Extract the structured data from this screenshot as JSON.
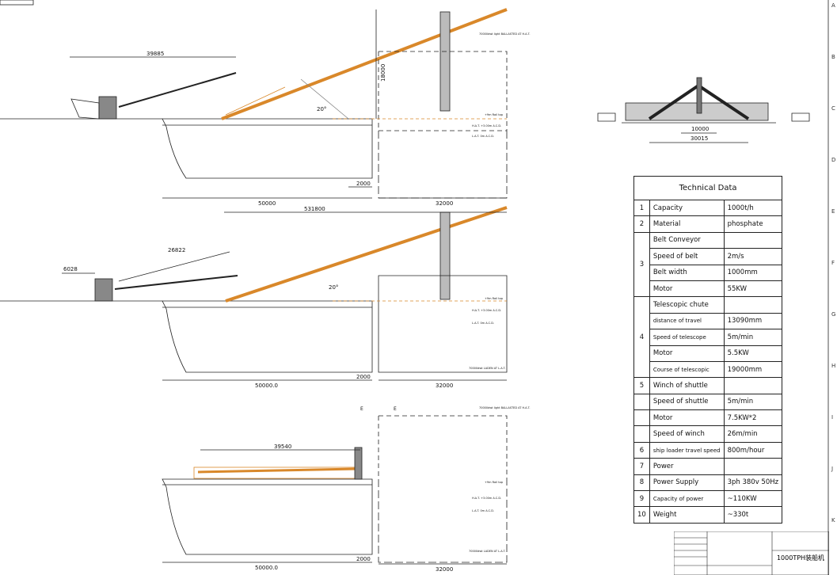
{
  "drawing": {
    "ship_labels": {
      "light": "70000dwt light BALLASTED AT H.A.T.",
      "laden": "70000dwt LADEN AT L.A.T.",
      "rail_top": "+9m Rail top",
      "hat": "H.A.T. +3.00m A.C.D.",
      "lat": "L.A.T. 0m A.C.D."
    },
    "view1": {
      "dim_top": "39885",
      "height": "18000",
      "angle": "20°",
      "barge": "50000",
      "gap": "2000",
      "ship": "32000"
    },
    "view2": {
      "dim_top": "531800",
      "boom": "26822",
      "offset": "6028",
      "angle": "20°",
      "barge": "50000.0",
      "gap": "2000",
      "ship": "32000"
    },
    "view3": {
      "dim_top": "39540",
      "barge": "50000.0",
      "gap": "2000",
      "ship": "32000",
      "mark1": "E",
      "mark2": "E"
    },
    "top_view": {
      "inner": "10000",
      "outer": "30015"
    },
    "colors": {
      "boom": "#d9882a",
      "line": "#222222"
    }
  },
  "technical_data": {
    "title": "Technical Data",
    "rows": [
      {
        "num": "1",
        "span": 1,
        "item": "Capacity",
        "value": "1000t/h"
      },
      {
        "num": "2",
        "span": 1,
        "item": "Material",
        "value": "phosphate"
      },
      {
        "num": "3",
        "span": 4,
        "item": "Belt Conveyor",
        "value": ""
      },
      {
        "item": "Speed of belt",
        "value": "2m/s"
      },
      {
        "item": "Belt width",
        "value": "1000mm"
      },
      {
        "item": "Motor",
        "value": "55KW"
      },
      {
        "num": "4",
        "span": 5,
        "item": "Telescopic chute",
        "value": ""
      },
      {
        "item": "distance of travel",
        "value": "13090mm"
      },
      {
        "item": "Speed of telescope",
        "value": "5m/min"
      },
      {
        "item": "Motor",
        "value": "5.5KW"
      },
      {
        "item": "Course of telescopic",
        "value": "19000mm"
      },
      {
        "num": "5",
        "span": 1,
        "item": "Winch of shuttle",
        "value": ""
      },
      {
        "num": "",
        "span": 1,
        "item": "Speed of shuttle",
        "value": "5m/min"
      },
      {
        "num": "",
        "span": 1,
        "item": "Motor",
        "value": "7.5KW*2"
      },
      {
        "num": "",
        "span": 1,
        "item": "Speed of winch",
        "value": "26m/min"
      },
      {
        "num": "6",
        "span": 1,
        "item": "ship loader travel speed",
        "value": "800m/hour"
      },
      {
        "num": "7",
        "span": 1,
        "item": "Power",
        "value": ""
      },
      {
        "num": "8",
        "span": 1,
        "item": "Power Supply",
        "value": "3ph 380v 50Hz"
      },
      {
        "num": "9",
        "span": 1,
        "item": "Capacity of power",
        "value": "~110KW"
      },
      {
        "num": "10",
        "span": 1,
        "item": "Weight",
        "value": "~330t"
      }
    ]
  },
  "title_block": {
    "title": "1000TPH装船机"
  },
  "border_letters": [
    "A",
    "B",
    "C",
    "D",
    "E",
    "F",
    "G",
    "H",
    "I",
    "J",
    "K"
  ]
}
